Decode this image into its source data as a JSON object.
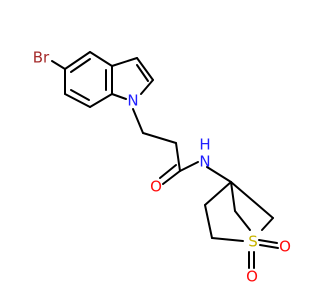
{
  "molecule": {
    "labels": {
      "br": "Br",
      "n_indole": "N",
      "o_amide": "O",
      "n_amide": "N",
      "h_amide": "H",
      "s": "S",
      "o_s1": "O",
      "o_s2": "O"
    },
    "colors": {
      "bromine": "#a52a2a",
      "nitrogen": "#1f1fff",
      "oxygen": "#ff0d0d",
      "sulfur": "#c8b400",
      "carbon_bond": "#000000"
    }
  }
}
